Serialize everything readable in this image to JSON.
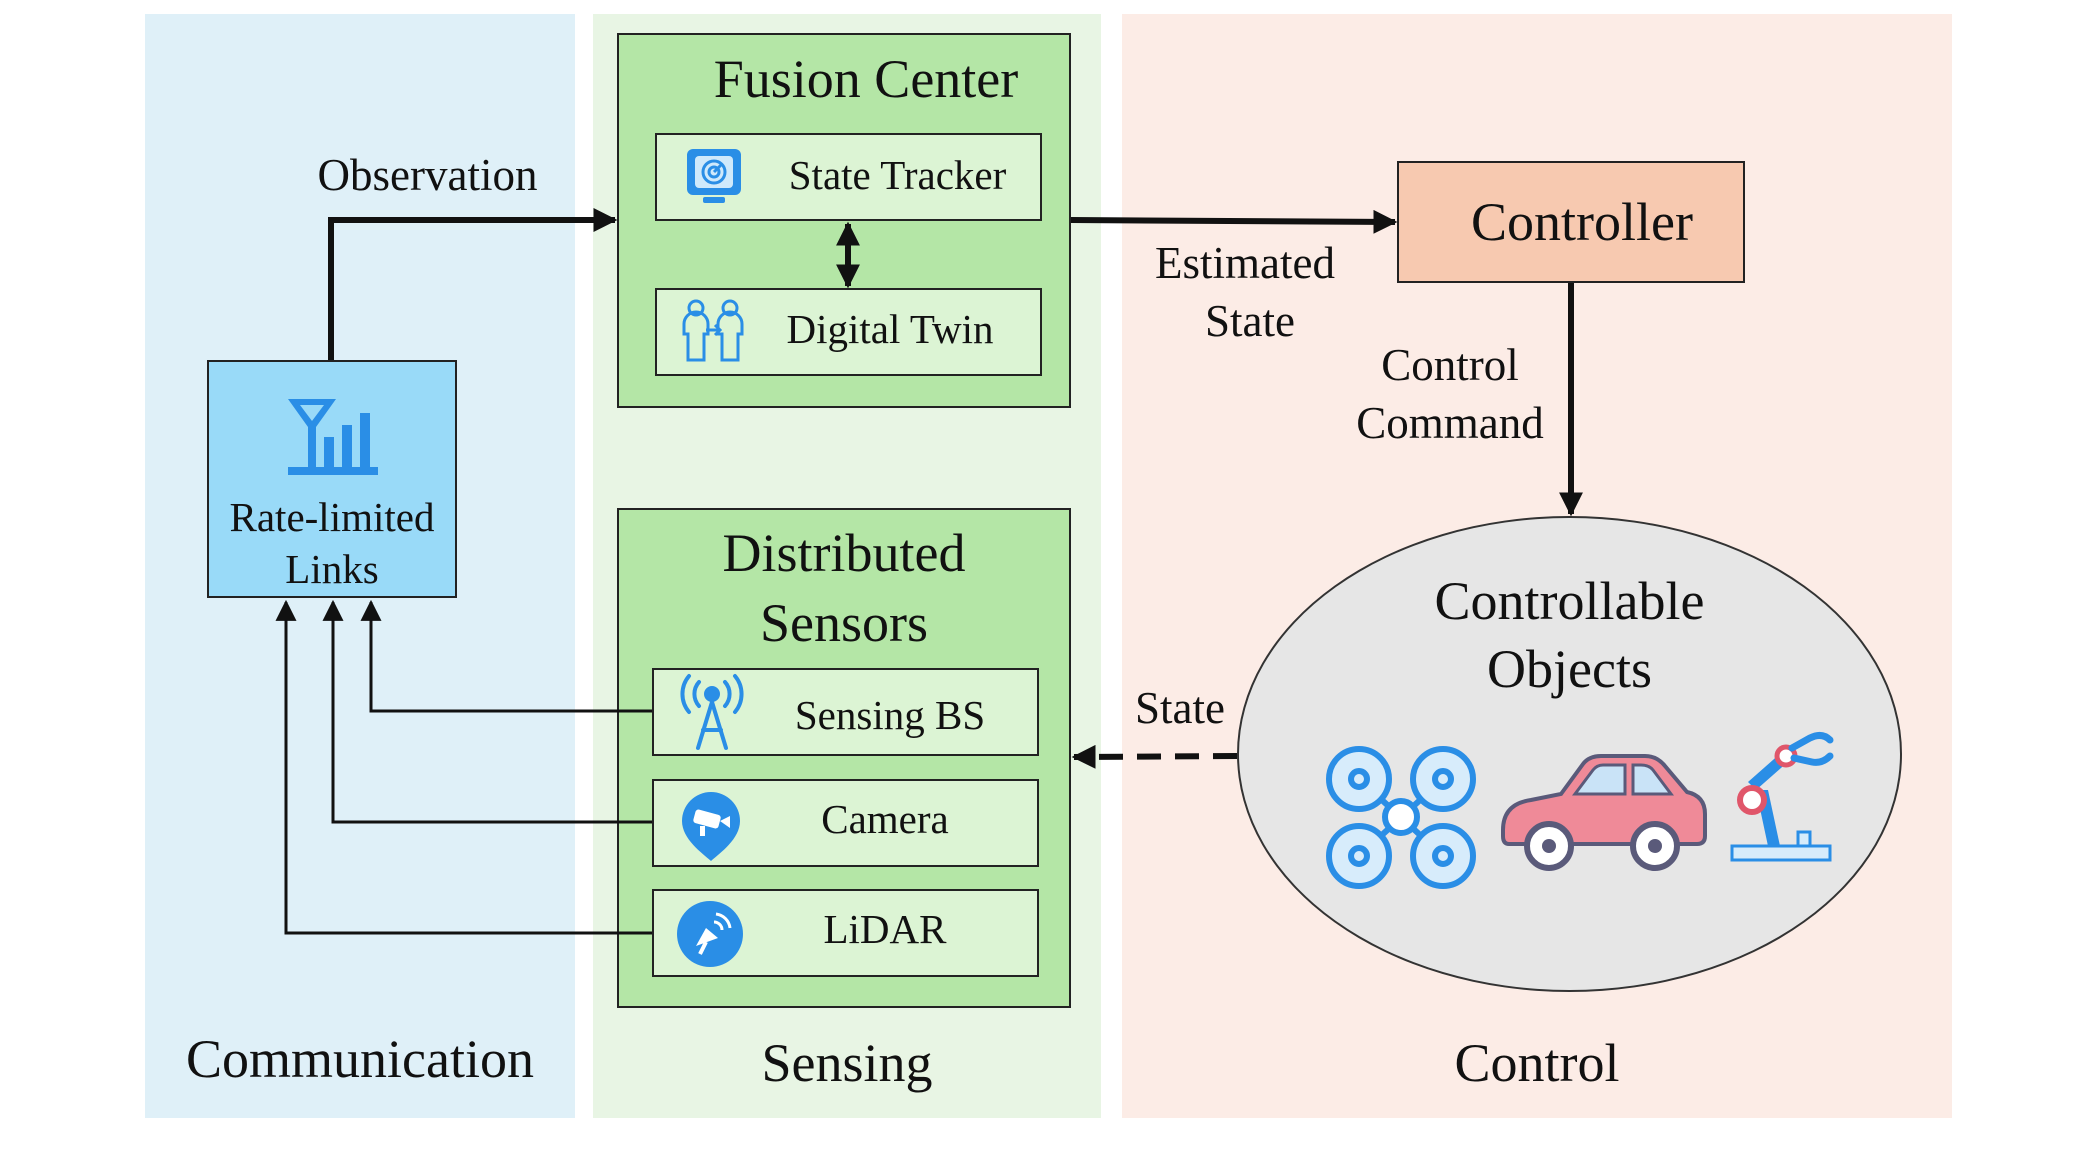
{
  "regions": {
    "communication": "Communication",
    "sensing": "Sensing",
    "control": "Control"
  },
  "fusion_center": {
    "title": "Fusion Center",
    "state_tracker": "State Tracker",
    "digital_twin": "Digital Twin"
  },
  "distributed_sensors": {
    "title_line1": "Distributed",
    "title_line2": "Sensors",
    "sensing_bs": "Sensing BS",
    "camera": "Camera",
    "lidar": "LiDAR"
  },
  "links": {
    "line1": "Rate-limited",
    "line2": "Links"
  },
  "controller": "Controller",
  "objects": {
    "line1": "Controllable",
    "line2": "Objects"
  },
  "edges": {
    "observation": "Observation",
    "estimated_line1": "Estimated",
    "estimated_line2": "State",
    "command_line1": "Control",
    "command_line2": "Command",
    "state": "State"
  },
  "colors": {
    "communication_bg": "#dff0f8",
    "sensing_bg": "#e8f5e4",
    "control_bg": "#fcece6",
    "green_box": "#b4e6a6",
    "green_inner": "#dcf4d4",
    "links_box": "#99daf8",
    "controller_box": "#f7c9b0",
    "objects_fill": "#e6e6e6",
    "icon_blue": "#2a8ee6"
  }
}
